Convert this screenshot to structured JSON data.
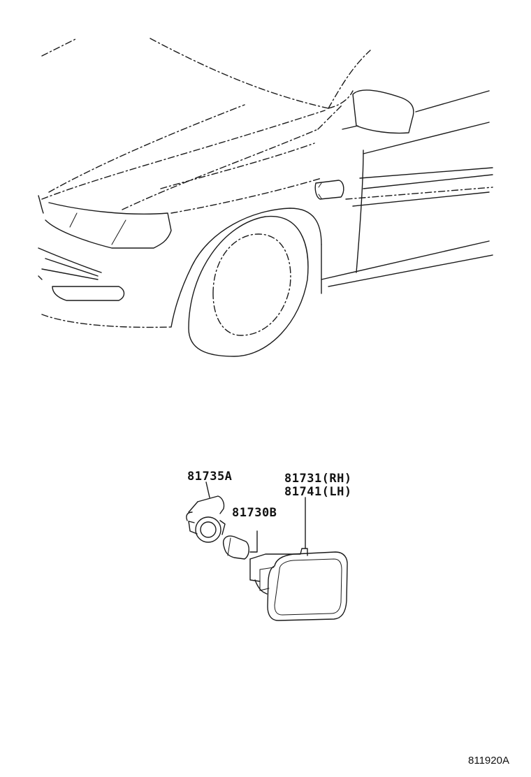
{
  "callouts": {
    "socket": "81735A",
    "bulb": "81730B",
    "lamp_rh": "81731(RH)",
    "lamp_lh": "81741(LH)"
  },
  "illustration_id": "811920A",
  "colors": {
    "line": "#1a1a1a",
    "background": "#ffffff"
  }
}
